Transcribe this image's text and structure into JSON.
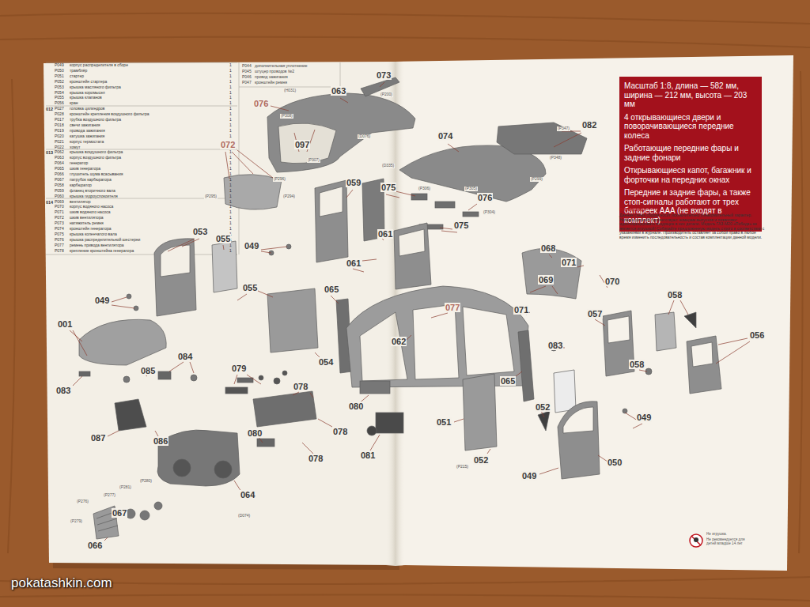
{
  "diagram": {
    "nodes": [
      {
        "text": [
          "Масштаб 1:8, длина — 582 мм, ширина — 212 мм, высота — 203 мм",
          "4 открывающиеся двери и поворачивающиеся передние колеса",
          "Работающие передние фары и задние фонари",
          "Открывающиеся капот, багажник и форточки на передних окнах",
          "Передние и задние фары, а также стоп-сигналы работают от трех батареек AAA (не входят в комплект)"
        ]
      }
    ],
    "labels": [
      "P049",
      "корпус распределителя в сборе",
      "1",
      "P050",
      "трамблёр",
      "1",
      "P051",
      "стартер",
      "1",
      "P052",
      "кронштейн стартера",
      "1",
      "P053",
      "крышка масляного фильтра",
      "1",
      "P054",
      "крышка коромысел",
      "1",
      "P055",
      "крышка клапанов",
      "1",
      "P056",
      "кран",
      "1",
      "P027",
      "головка цилиндров",
      "1",
      "P028",
      "кронштейн крепления воздушного фильтра",
      "1",
      "P017",
      "трубка воздушного фильтра",
      "1",
      "P018",
      "свечи зажигания",
      "1",
      "P019",
      "провода зажигания",
      "1",
      "P020",
      "катушка зажигания",
      "1",
      "P021",
      "корпус термостата",
      "1",
      "P022",
      "хомут",
      "1",
      "P062",
      "крышка воздушного фильтра",
      "1",
      "P063",
      "корпус воздушного фильтра",
      "1",
      "P064",
      "генератор",
      "1",
      "P065",
      "шкив генератора",
      "1",
      "P066",
      "глушитель шума всасывания",
      "1",
      "P067",
      "патрубок карбюратора",
      "1",
      "P058",
      "карбюратор",
      "1",
      "P059",
      "фланец вторичного вала",
      "1",
      "P060",
      "крышка гидроуспокоителя",
      "1",
      "P069",
      "вентилятор",
      "1",
      "P070",
      "корпус водяного насоса",
      "1",
      "P071",
      "шкив водяного насоса",
      "1",
      "P072",
      "шкив вентилятора",
      "1",
      "P073",
      "натяжитель ремня",
      "1",
      "P074",
      "кронштейн генератора",
      "1",
      "P075",
      "крышка коленчатого вала",
      "1",
      "P076",
      "крышка распределительной шестерни",
      "1",
      "P077",
      "ремень привода вентилятора",
      "1",
      "P078",
      "крепление кронштейна генератора",
      "1",
      "012",
      "013",
      "014",
      "P044",
      "дополнительная уплотнение",
      "P045",
      "штуцер проводов №2",
      "P046",
      "провод зажигания",
      "P047",
      "кронштейн ремня",
      "073",
      "063",
      "076",
      "097",
      "072",
      "074",
      "082",
      "075",
      "076",
      "075",
      "059",
      "061",
      "061",
      "053",
      "055",
      "049",
      "055",
      "049",
      "065",
      "068",
      "071",
      "070",
      "069",
      "071",
      "058",
      "057",
      "056",
      "083",
      "058",
      "049",
      "077",
      "062",
      "001",
      "083",
      "085",
      "084",
      "079",
      "078",
      "054",
      "080",
      "080",
      "078",
      "078",
      "081",
      "087",
      "086",
      "067",
      "064",
      "066",
      "065",
      "052",
      "052",
      "051",
      "049",
      "050",
      "(H031)",
      "(P308)",
      "(P307)",
      "(D076)",
      "(P200)",
      "(P296)",
      "(P295)",
      "(P294)",
      "(P347)",
      "(P348)",
      "(P299)",
      "(D335)",
      "(P305)",
      "(P304)",
      "(P306)",
      "(P280)",
      "(P281)",
      "(P277)",
      "(P276)",
      "(P279)",
      "(D074)",
      "(P215)",
      "ВНИМАНИЕ!",
      "Данная схема сборки носит исключительно ознакомительный характер. Номера деталей соответствуют номерам выпусков и позволяют идентифицировать входящие в них детали. Модель ГАЗ-М20 «Победа» не является игрушкой! Собирайте предложенную модель строго в соответствии с указаниями в журнале. Производитель оставляет за собой право в любое время изменить последовательность и состав комплектации данной модели.",
      "Не игрушка.",
      "Не рекомендуется для детей младше 14 лет",
      "pokatashkin.com"
    ]
  }
}
